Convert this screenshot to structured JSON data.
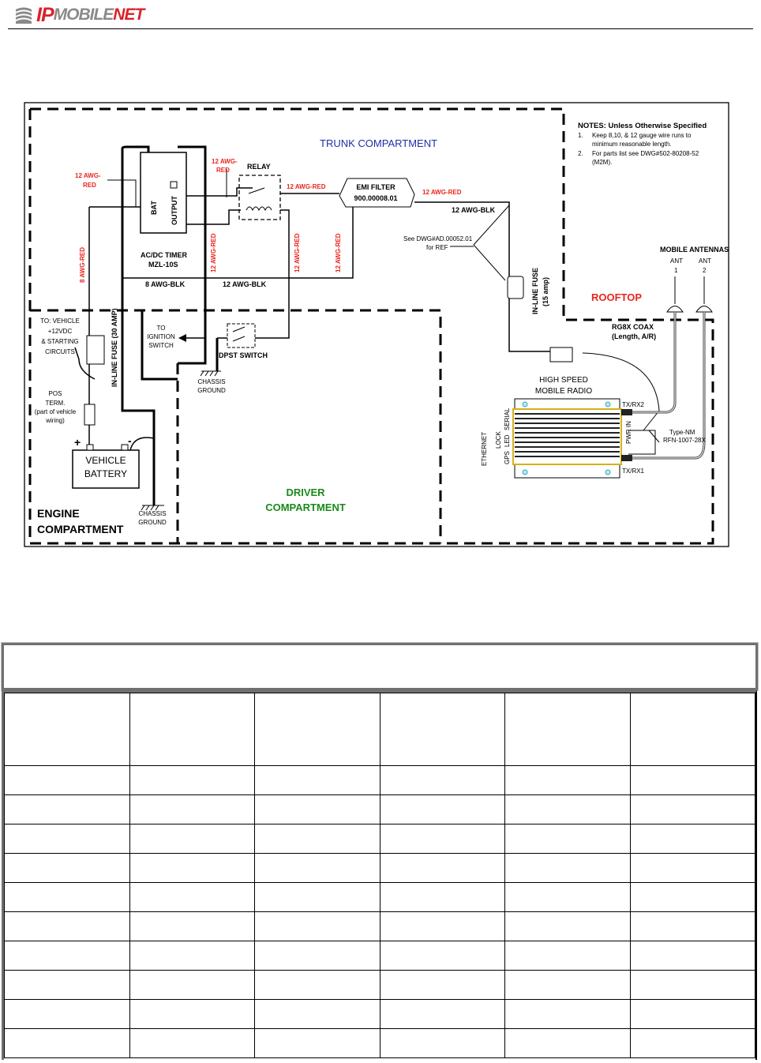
{
  "header": {
    "logo_text": "IPMOBILENET",
    "logo_parts": [
      "IP",
      "MOBILE",
      "NET"
    ]
  },
  "diagram": {
    "compartments": {
      "trunk": "TRUNK COMPARTMENT",
      "rooftop": "ROOFTOP",
      "driver_1": "DRIVER",
      "driver_2": "COMPARTMENT",
      "engine_1": "ENGINE",
      "engine_2": "COMPARTMENT"
    },
    "notes": {
      "title": "NOTES: Unless Otherwise Specified",
      "items": [
        {
          "num": "1.",
          "line1": "Keep 8,10, & 12 gauge wire runs to",
          "line2": "minimum reasonable length."
        },
        {
          "num": "2.",
          "line1": "For parts list see DWG#502-80208-52",
          "line2": "(M2M)."
        }
      ]
    },
    "labels": {
      "awg12red_a1": "12 AWG-",
      "awg12red_a2": "RED",
      "awg12red_b1": "12 AWG-",
      "awg12red_b2": "RED",
      "relay": "RELAY",
      "awg12red_relay": "12 AWG-RED",
      "emi_1": "EMI FILTER",
      "emi_2": "900.00008.01",
      "awg12red_emi": "12 AWG-RED",
      "awg12blk_emi": "12 AWG-BLK",
      "see_ref_1": "See DWG#AD.00052.01",
      "see_ref_2": "for REF",
      "awg8red": "8 AWG-RED",
      "timer_1": "AC/DC TIMER",
      "timer_2": "MZL-10S",
      "bat": "BAT",
      "output": "OUTPUT",
      "awg12red_v1": "12 AWG-RED",
      "awg12red_v2": "12 AWG-RED",
      "awg12red_v3": "12 AWG-RED",
      "awg8blk": "8 AWG-BLK",
      "awg12blk": "12 AWG-BLK",
      "fuse15_1": "IN-LINE FUSE",
      "fuse15_2": "(15 amp)",
      "antennas": "MOBILE ANTENNAS",
      "ant1_1": "ANT",
      "ant1_2": "1",
      "ant2_1": "ANT",
      "ant2_2": "2",
      "coax_1": "RG8X COAX",
      "coax_2": "(Length, A/R)",
      "radio_1": "HIGH SPEED",
      "radio_2": "MOBILE RADIO",
      "txrx2": "TX/RX2",
      "txrx1": "TX/RX1",
      "pwr_in": "PWR IN",
      "serial": "SERIAL",
      "led": "LED",
      "lock": "LOCK",
      "gps": "GPS",
      "ethernet": "ETHERNET",
      "typenm_1": "Type-NM",
      "typenm_2": "RFN-1007-28X",
      "tovehicle_1": "TO: VEHICLE",
      "tovehicle_2": "+12VDC",
      "tovehicle_3": "& STARTING",
      "tovehicle_4": "CIRCUITS",
      "fuse30": "IN-LINE FUSE   (30 AMP)",
      "pos_1": "POS",
      "pos_2": "TERM.",
      "pos_3": "(part of vehicle",
      "pos_4": "wiring)",
      "plus": "+",
      "minus": "-",
      "battery_1": "VEHICLE",
      "battery_2": "BATTERY",
      "ignition_1": "TO",
      "ignition_2": "IGNITION",
      "ignition_3": "SWITCH",
      "dpst": "DPST SWITCH",
      "chassis1_1": "CHASSIS",
      "chassis1_2": "GROUND",
      "chassis2_1": "CHASSIS",
      "chassis2_2": "GROUND"
    },
    "colors": {
      "red_label": "#e8261e",
      "trunk_label": "#1f2fa8",
      "driver_label": "#1a8a1a",
      "rooftop_label": "#e8261e"
    }
  },
  "table": {
    "title": "",
    "columns": 6,
    "rows": 10
  }
}
